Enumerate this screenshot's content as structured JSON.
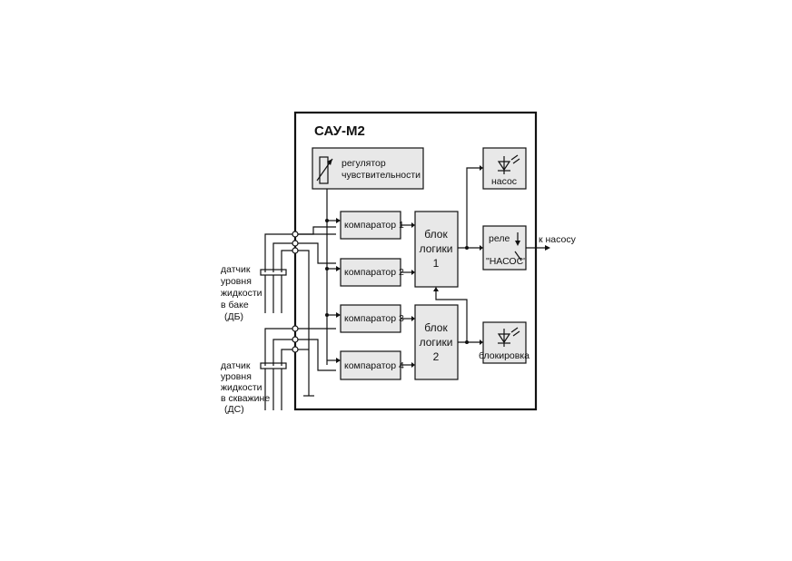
{
  "device": {
    "title": "САУ-М2"
  },
  "regulator": {
    "line1": "регулятор",
    "line2": "чувствительности"
  },
  "comparators": [
    {
      "label": "компаратор 1"
    },
    {
      "label": "компаратор 2"
    },
    {
      "label": "компаратор 3"
    },
    {
      "label": "компаратор 4"
    }
  ],
  "logic_blocks": [
    {
      "line1": "блок",
      "line2": "логики",
      "line3": "1"
    },
    {
      "line1": "блок",
      "line2": "логики",
      "line3": "2"
    }
  ],
  "indicators": {
    "pump": "насос",
    "blocking": "блокировка"
  },
  "relay": {
    "line1": "реле",
    "line2": "\"НАСОС\""
  },
  "output": {
    "label": "к насосу"
  },
  "sensors": [
    {
      "lines": [
        "датчик",
        "уровня",
        "жидкости",
        "в баке",
        "(ДБ)"
      ]
    },
    {
      "lines": [
        "датчик",
        "уровня",
        "жидкости",
        "в скважине",
        "(ДС)"
      ]
    }
  ]
}
